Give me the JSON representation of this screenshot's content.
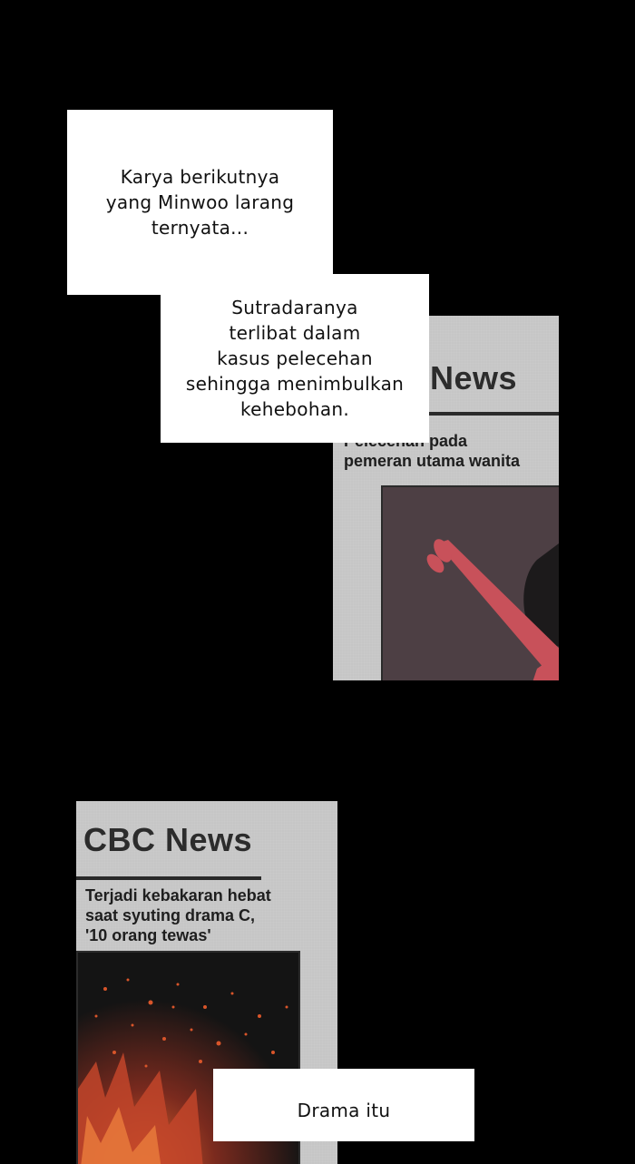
{
  "captions": {
    "caption_1": "Karya berikutnya\nyang Minwoo larang\nternyata...",
    "caption_2": "Sutradaranya\nterlibat dalam\nkasus pelecehan\nsehingga menimbulkan\nkehebohan.",
    "caption_3": "Drama itu"
  },
  "newspaper_1": {
    "masthead": "News",
    "headline": "Pelecehan pada\npemeran utama wanita"
  },
  "newspaper_2": {
    "masthead": "CBC News",
    "headline": "Terjadi kebakaran hebat\nsaat syuting drama C,\n'10 orang tewas'"
  },
  "colors": {
    "background": "#000000",
    "paper": "#c6c6c6",
    "arm": "#c8515a",
    "fire": "#d9552a"
  }
}
